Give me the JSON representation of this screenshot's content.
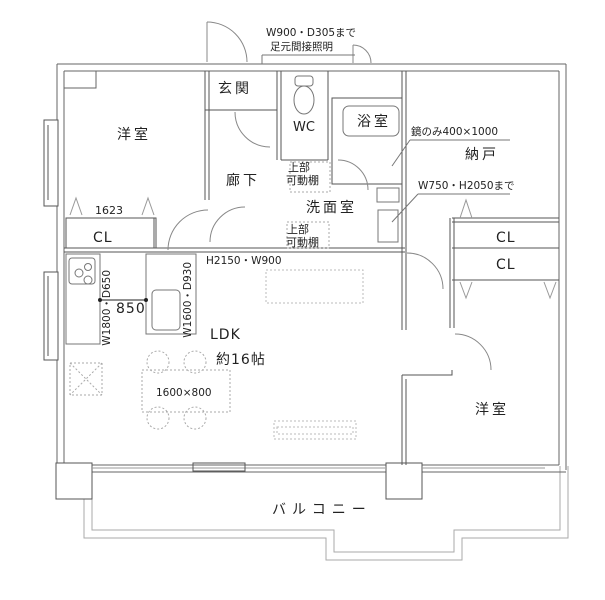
{
  "floor_plan": {
    "rooms": {
      "western_room_1": "洋室",
      "entrance": "玄関",
      "wc": "WC",
      "bathroom": "浴室",
      "hallway": "廊下",
      "washroom": "洗面室",
      "storage_room": "納戸",
      "ldk": "LDK",
      "ldk_size": "約16帖",
      "western_room_2": "洋室",
      "balcony": "バルコニー"
    },
    "closets": {
      "cl_west": "CL",
      "cl_east_upper": "CL",
      "cl_east_lower": "CL"
    },
    "notes": {
      "foot_light_size": "W900・D305まで",
      "foot_light_label": "足元間接照明",
      "shelf_upper_1_line1": "上部",
      "shelf_upper_1_line2": "可動棚",
      "shelf_upper_2_line1": "上部",
      "shelf_upper_2_line2": "可動棚",
      "mirror": "鏡のみ400×1000",
      "storage_door": "W750・H2050まで",
      "closet_width": "1623",
      "door_size": "H2150・W900",
      "kitchen_back": "W1800・D650",
      "kitchen_island": "W1600・D930",
      "aisle_width": "850",
      "dining_table": "1600×800"
    }
  }
}
